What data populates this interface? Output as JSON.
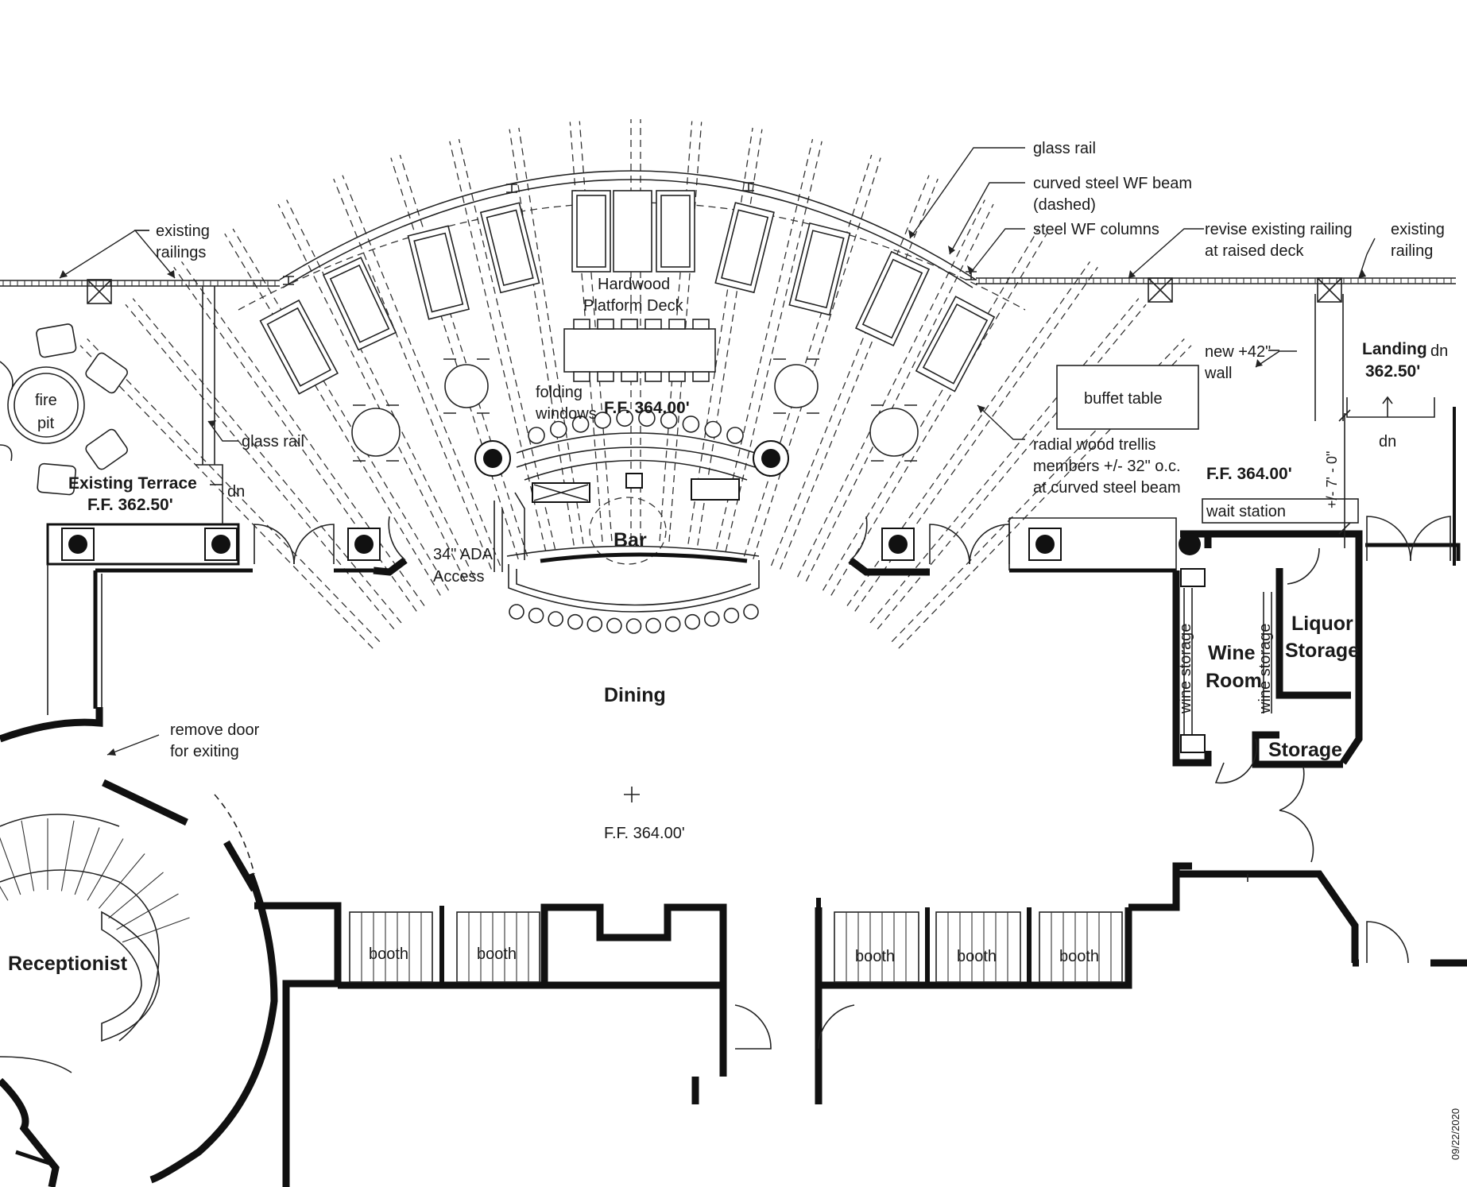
{
  "plan": {
    "rooms": {
      "dining": "Dining",
      "dining_ff": "F.F. 364.00'",
      "bar": "Bar",
      "wine_room": [
        "Wine",
        "Room"
      ],
      "liquor_storage": [
        "Liquor",
        "Storage"
      ],
      "storage": "Storage",
      "receptionist": "Receptionist",
      "existing_terrace": [
        "Existing Terrace",
        "F.F. 362.50'"
      ],
      "landing": [
        "Landing",
        "362.50'"
      ],
      "deck": [
        "Hardwood",
        "Platform Deck"
      ],
      "deck_ff": "F.F. 364.00'",
      "east_ff": "F.F. 364.00'"
    },
    "fixtures": {
      "fire_pit": [
        "fire",
        "pit"
      ],
      "buffet_table": "buffet table",
      "wait_station": "wait station",
      "wine_storage": "wine storage",
      "booth": "booth",
      "folding_windows": [
        "folding",
        "windows"
      ],
      "ada_access": [
        "34\" ADA",
        "Access"
      ]
    },
    "annotations": {
      "glass_rail_top": "glass rail",
      "curved_beam": [
        "curved steel WF beam",
        "(dashed)"
      ],
      "steel_columns": "steel WF columns",
      "revise_railing": [
        "revise existing railing",
        "at raised deck"
      ],
      "existing_railing_right": [
        "existing",
        "railing"
      ],
      "existing_railings_left": [
        "existing",
        "railings"
      ],
      "glass_rail_left": "glass rail",
      "new_wall": [
        "new +42\"",
        "wall"
      ],
      "radial_trellis": [
        "radial wood trellis",
        "members +/- 32\" o.c.",
        "at curved steel beam"
      ],
      "remove_door": [
        "remove door",
        "for exiting"
      ],
      "dim_7ft": "+/- 7' - 0\"",
      "dn": "dn",
      "date": "09/22/2020"
    }
  }
}
